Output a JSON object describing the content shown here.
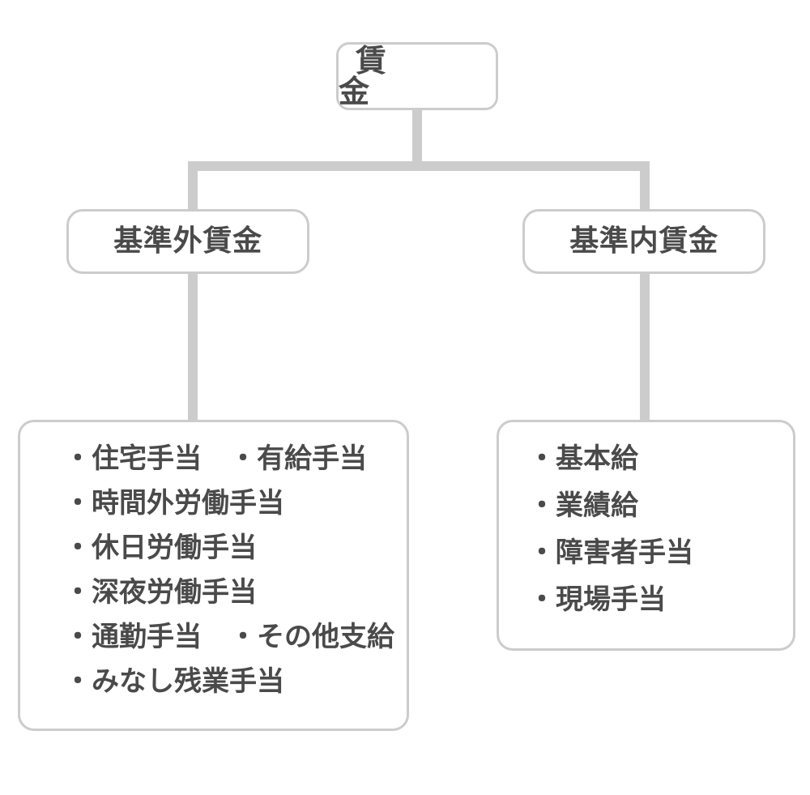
{
  "diagram": {
    "title": "賃金構成図",
    "type": "tree",
    "colors": {
      "line": "#cccccc",
      "text": "#4a4a4a",
      "background": "#ffffff",
      "border": "#cccccc"
    }
  },
  "nodes": {
    "root": {
      "label": "賃　金"
    },
    "branch_left": {
      "label": "基準外賃金"
    },
    "branch_right": {
      "label": "基準内賃金"
    },
    "leaf_left": {
      "lines": [
        "・住宅手当　・有給手当",
        "・時間外労働手当",
        "・休日労働手当",
        "・深夜労働手当",
        "・通勤手当　・その他支給",
        "・みなし残業手当"
      ]
    },
    "leaf_right": {
      "lines": [
        "・基本給",
        "・業績給",
        "・障害者手当",
        "・現場手当"
      ]
    }
  }
}
